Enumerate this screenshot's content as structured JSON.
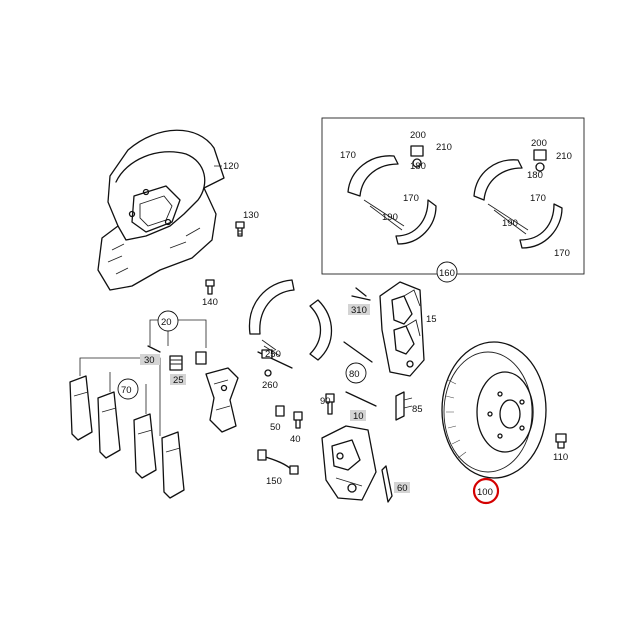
{
  "callouts": {
    "c100": "100",
    "c110": "110",
    "c120": "120",
    "c130": "130",
    "c140": "140",
    "c150": "150",
    "c160": "160",
    "c170a": "170",
    "c170b": "170",
    "c170c": "170",
    "c170d": "170",
    "c180a": "180",
    "c180b": "180",
    "c190a": "190",
    "c190b": "190",
    "c200a": "200",
    "c200b": "200",
    "c210a": "210",
    "c210b": "210",
    "c250": "250",
    "c260": "260",
    "c310": "310",
    "c15": "15",
    "c20": "20",
    "c25": "25",
    "c30": "30",
    "c40": "40",
    "c50": "50",
    "c60": "60",
    "c70": "70",
    "c80": "80",
    "c85": "85",
    "c90": "90",
    "c10": "10"
  },
  "colors": {
    "highlight": "#d40000",
    "tag_fill": "#d4d4d4",
    "line": "#111111"
  }
}
